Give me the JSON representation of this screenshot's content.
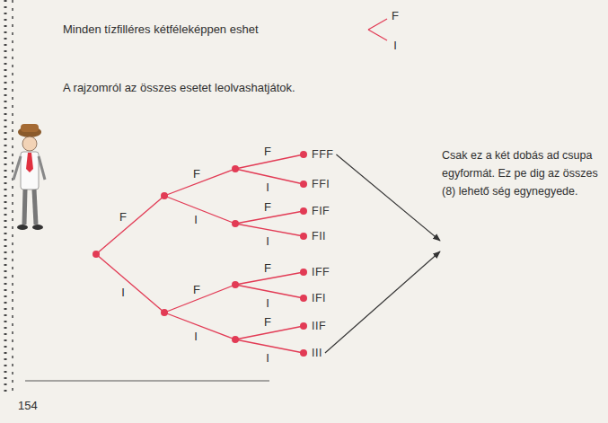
{
  "diagram": {
    "nodes": [
      {
        "text": [
          "FFF"
        ]
      },
      {
        "text": [
          "FFI"
        ]
      },
      {
        "text": [
          "FIF"
        ]
      },
      {
        "text": [
          "FII"
        ]
      },
      {
        "text": [
          "IFF"
        ]
      },
      {
        "text": [
          "IFI"
        ]
      },
      {
        "text": [
          "IIF"
        ]
      },
      {
        "text": [
          "III"
        ]
      },
      {
        "text": [
          "Csak ez a két dobás ad csupa egyformát. Ez pe dig az összes (8) lehető ség egynegyede."
        ]
      }
    ],
    "edges": [
      {
        "from": 0,
        "to": 8,
        "arrow": "to"
      },
      {
        "from": 7,
        "to": 8,
        "arrow": "to"
      }
    ],
    "labels": [
      "Minden tízfilléres kétféleképpen eshet",
      "F",
      "I",
      "A rajzomról az összes esetet leolvashatjátok.",
      "F",
      "I",
      "F",
      "I",
      "F",
      "I",
      "F",
      "I",
      "F",
      "I",
      "F",
      "I",
      "F",
      "I",
      "154"
    ]
  }
}
